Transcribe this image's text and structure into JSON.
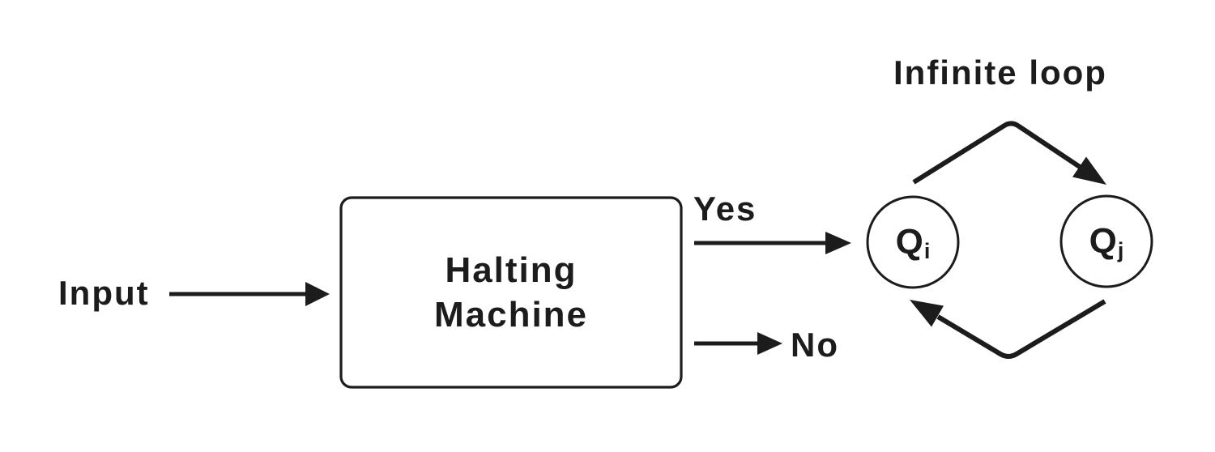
{
  "colors": {
    "background": "#ffffff",
    "ink": "#1c1c1c"
  },
  "labels": {
    "input": "Input",
    "yes": "Yes",
    "no": "No",
    "infinite_loop": "Infinite loop"
  },
  "machine": {
    "line1": "Halting",
    "line2": "Machine"
  },
  "states": {
    "qi": {
      "base": "Q",
      "sub": "i"
    },
    "qj": {
      "base": "Q",
      "sub": "j"
    }
  }
}
